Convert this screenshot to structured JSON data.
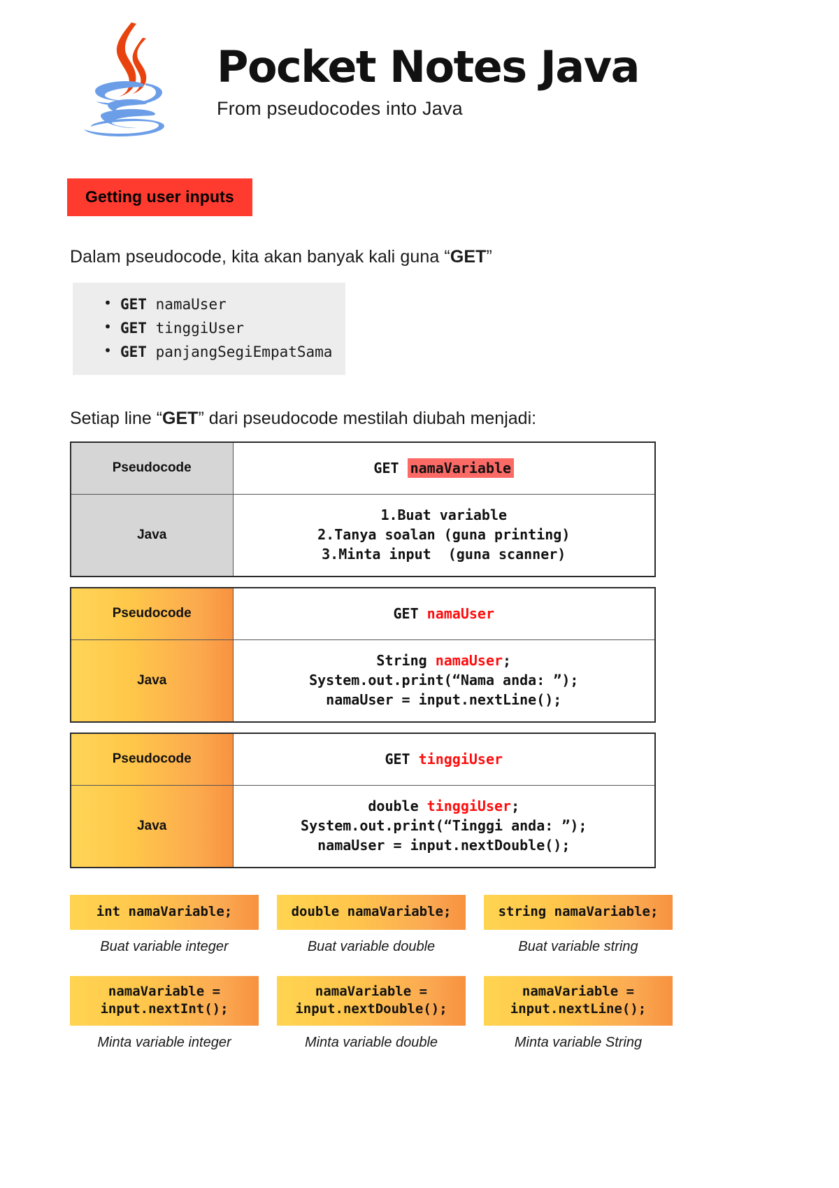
{
  "header": {
    "logo_name": "java-logo",
    "title": "Pocket Notes Java",
    "subtitle": "From pseudocodes into Java"
  },
  "section": {
    "badge": "Getting user inputs",
    "badge_color": "#FF3B30"
  },
  "intro": {
    "line_before": "Dalam pseudocode, kita akan banyak kali guna “",
    "keyword": "GET",
    "line_after": "”"
  },
  "bullets": [
    {
      "keyword": "GET",
      "value": "namaUser"
    },
    {
      "keyword": "GET",
      "value": "tinggiUser"
    },
    {
      "keyword": "GET",
      "value": "panjangSegiEmpatSama"
    }
  ],
  "subhead": {
    "before": "Setiap line “",
    "keyword": "GET",
    "after": "” dari pseudocode mestilah diubah menjadi:"
  },
  "tables": [
    {
      "style": "gray",
      "pseudocode_label": "Pseudocode",
      "java_label": "Java",
      "pseudocode_keyword": "GET",
      "pseudocode_value": "namaVariable",
      "pseudocode_value_highlight": "#fc6a66",
      "java_lines": [
        "1.Buat variable",
        "2.Tanya soalan (guna printing)",
        "3.Minta input  (guna scanner)"
      ]
    },
    {
      "style": "orange",
      "pseudocode_label": "Pseudocode",
      "java_label": "Java",
      "pseudocode_keyword": "GET",
      "pseudocode_value": "namaUser",
      "pseudocode_value_highlight": "none",
      "java_lines": [
        "String namaUser;",
        "System.out.print(“Nama anda: ”);",
        "namaUser = input.nextLine();"
      ],
      "java_line_1_type": "String",
      "java_line_1_var": "namaUser"
    },
    {
      "style": "orange",
      "pseudocode_label": "Pseudocode",
      "java_label": "Java",
      "pseudocode_keyword": "GET",
      "pseudocode_value": "tinggiUser",
      "pseudocode_value_highlight": "none",
      "java_lines": [
        "double tinggiUser;",
        "System.out.print(“Tinggi anda: ”);",
        "namaUser = input.nextDouble();"
      ],
      "java_line_1_type": "double",
      "java_line_1_var": "tinggiUser"
    }
  ],
  "chips": [
    {
      "code": "int namaVariable;",
      "caption": "Buat variable integer"
    },
    {
      "code": "double namaVariable;",
      "caption": "Buat variable double"
    },
    {
      "code": "string namaVariable;",
      "caption": "Buat variable string"
    },
    {
      "code": "namaVariable =\ninput.nextInt();",
      "caption": "Minta variable integer"
    },
    {
      "code": "namaVariable =\ninput.nextDouble();",
      "caption": "Minta variable double"
    },
    {
      "code": "namaVariable =\ninput.nextLine();",
      "caption": "Minta variable String"
    }
  ]
}
